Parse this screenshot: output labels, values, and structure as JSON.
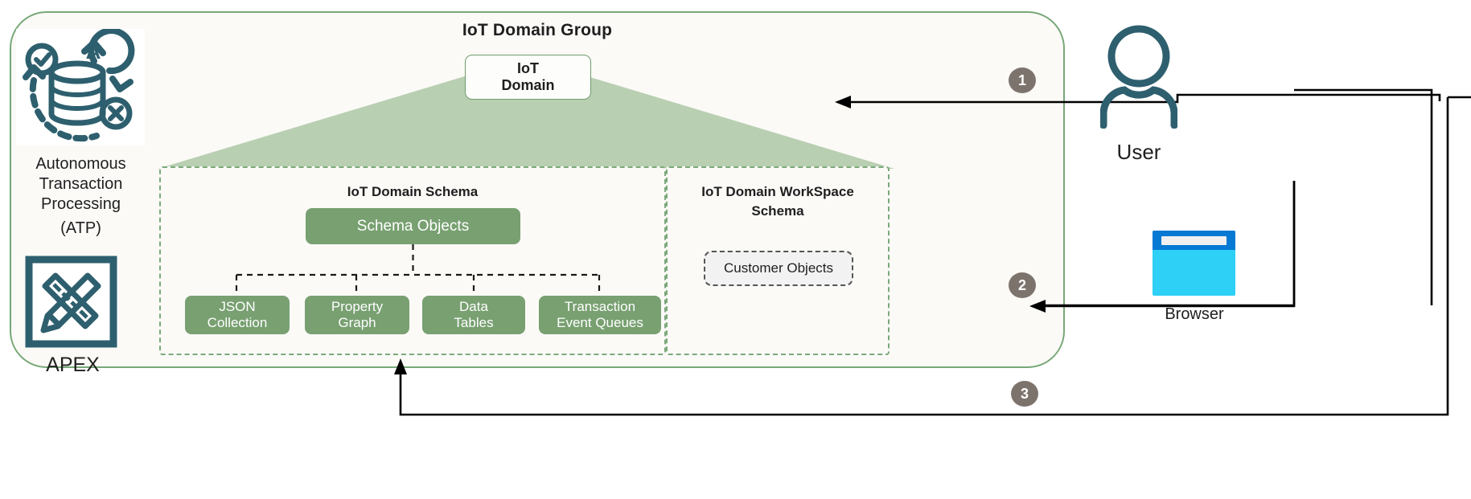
{
  "diagram": {
    "group_title": "IoT Domain Group",
    "left_stack": [
      {
        "id": "atp",
        "icon": "autonomous-database-icon",
        "label_lines": [
          "Autonomous",
          "Transaction",
          "Processing"
        ],
        "label_paren": "(ATP)"
      },
      {
        "id": "apex",
        "icon": "ruler-pencil-icon",
        "label": "APEX"
      }
    ],
    "iot_domain": {
      "line1": "IoT",
      "line2": "Domain"
    },
    "domain_schema": {
      "title": "IoT Domain Schema",
      "root": "Schema Objects",
      "leaves": [
        {
          "line1": "JSON",
          "line2": "Collection"
        },
        {
          "line1": "Property",
          "line2": "Graph"
        },
        {
          "line1": "Data",
          "line2": "Tables"
        },
        {
          "line1": "Transaction",
          "line2": "Event Queues"
        }
      ]
    },
    "workspace_schema": {
      "title_line1": "IoT Domain WorkSpace",
      "title_line2": "Schema",
      "object": "Customer Objects"
    },
    "actors": [
      {
        "id": "user",
        "icon": "user-person-icon",
        "label": "User"
      },
      {
        "id": "browser",
        "icon": "browser-window-icon",
        "label": "Browser"
      }
    ],
    "steps": [
      {
        "number": "1"
      },
      {
        "number": "2"
      },
      {
        "number": "3"
      }
    ],
    "colors": {
      "group_border": "#78a878",
      "pyramid_fill": "#b9cfb2",
      "green_box_fill": "#78a071",
      "badge_fill": "#7d736d",
      "icon_teal": "#2e5f6e",
      "browser_titlebar": "#0579d4",
      "browser_body": "#2ed0f5",
      "canvas_fill": "#fbfaf7",
      "connector": "#000000"
    }
  }
}
